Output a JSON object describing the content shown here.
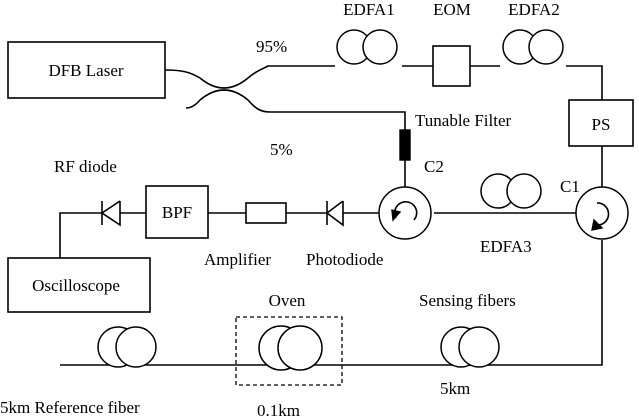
{
  "labels": {
    "dfb_laser": "DFB Laser",
    "edfa1": "EDFA1",
    "eom": "EOM",
    "edfa2": "EDFA2",
    "ps": "PS",
    "tunable_filter": "Tunable Filter",
    "split_95": "95%",
    "split_5": "5%",
    "rf_diode": "RF diode",
    "bpf": "BPF",
    "c2": "C2",
    "c1": "C1",
    "amplifier": "Amplifier",
    "photodiode": "Photodiode",
    "edfa3": "EDFA3",
    "oscilloscope": "Oscilloscope",
    "oven": "Oven",
    "sensing_fibers": "Sensing fibers",
    "reference_fiber": "5km Reference fiber",
    "oven_length": "0.1km",
    "sensing_length": "5km"
  }
}
